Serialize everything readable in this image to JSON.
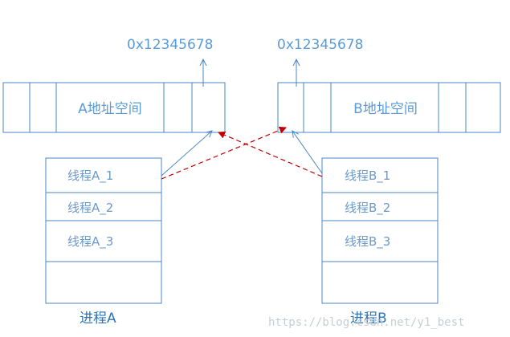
{
  "address_a": "0x12345678",
  "address_b": "0x12345678",
  "space_a_label": "A地址空间",
  "space_b_label": "B地址空间",
  "process_a": {
    "label": "进程A",
    "threads": [
      "线程A_1",
      "线程A_2",
      "线程A_3"
    ]
  },
  "process_b": {
    "label": "进程B",
    "threads": [
      "线程B_1",
      "线程B_2",
      "线程B_3"
    ]
  },
  "watermark": "https://blog.csdn.net/y1_best",
  "colors": {
    "line_blue": "#4a86c5",
    "text_blue": "#5b9bd5",
    "dashed_red": "#c00000"
  }
}
